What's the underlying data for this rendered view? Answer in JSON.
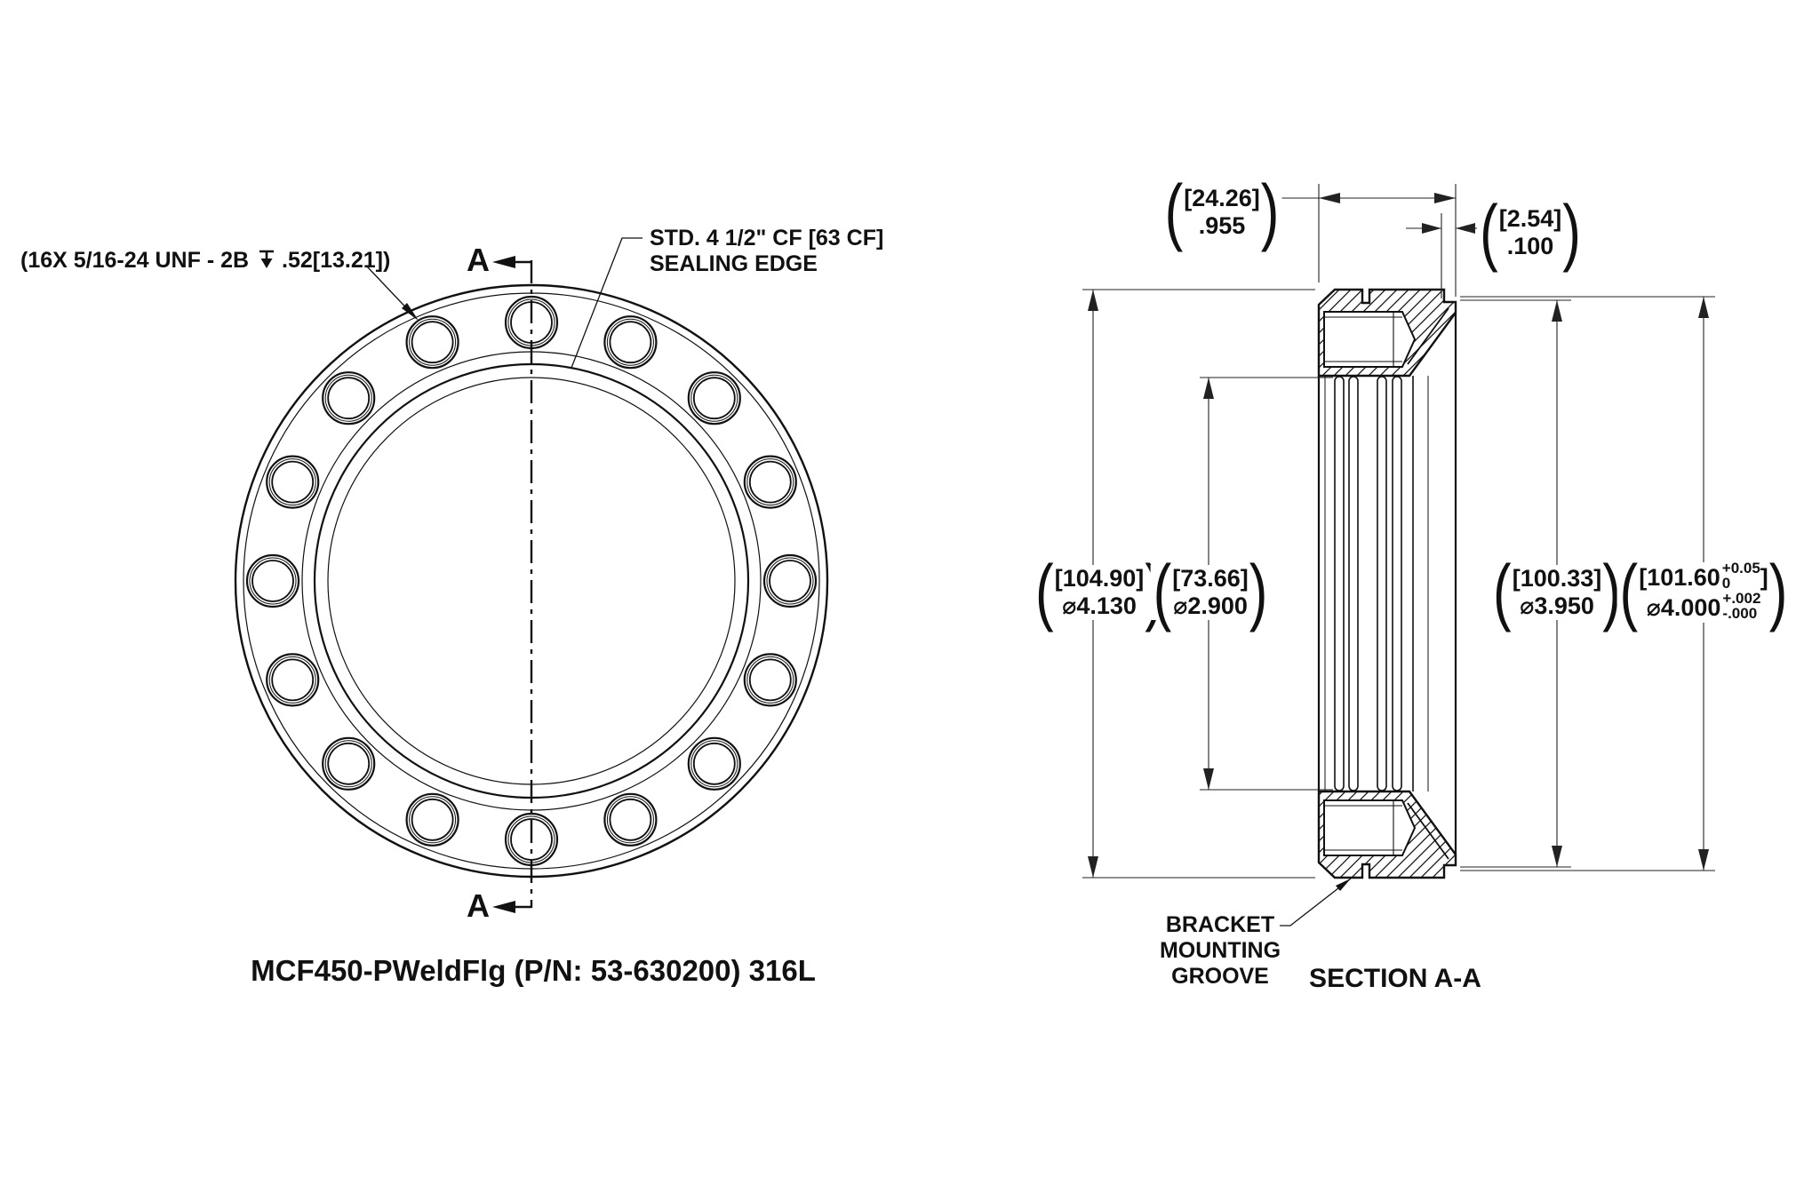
{
  "drawing": {
    "front": {
      "thread_callout_pre": "(16X 5/16-24 UNF - 2B",
      "thread_callout_post": ".52[13.21])",
      "sealing_callout_line1": "STD. 4 1/2\" CF [63 CF]",
      "sealing_callout_line2": "SEALING EDGE",
      "section_arrow_letter": "A",
      "title": "MCF450-PWeldFlg (P/N: 53-630200) 316L"
    },
    "section": {
      "bracket_line1": "BRACKET",
      "bracket_line2": "MOUNTING",
      "bracket_line3": "GROOVE",
      "title": "SECTION A-A"
    },
    "dims": {
      "thickness_mm": "[24.26]",
      "thickness_in": ".955",
      "lip_mm": "[2.54]",
      "lip_in": ".100",
      "od_mm": "[104.90]",
      "od_in": "⌀4.130",
      "seal_mm": "[73.66]",
      "seal_in": "⌀2.900",
      "lipod_mm": "[100.33]",
      "lipod_in": "⌀3.950",
      "bore_mm_pre": "[101.60",
      "bore_mm_tol_top": "+0.05",
      "bore_mm_tol_bot": "0",
      "bore_mm_post": "]",
      "bore_in_pre": "⌀4.000",
      "bore_in_tol_top": "+.002",
      "bore_in_tol_bot": "-.000"
    },
    "glyphs": {
      "paren_open": "(",
      "paren_close": ")"
    }
  }
}
